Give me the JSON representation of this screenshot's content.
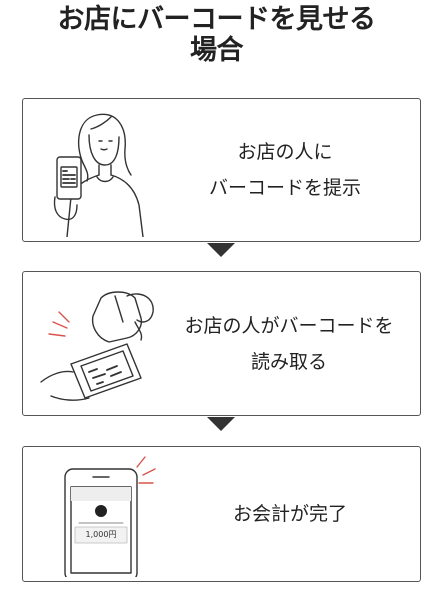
{
  "title": {
    "line1": "お店にバーコードを見せる",
    "line2": "場合"
  },
  "steps": [
    {
      "line1": "お店の人に",
      "line2": "バーコードを提示",
      "illustration_icon": "woman-holding-phone-icon"
    },
    {
      "line1": "お店の人がバーコードを",
      "line2": "読み取る",
      "illustration_icon": "barcode-scanner-reading-phone-icon"
    },
    {
      "line1": "お会計が完了",
      "illustration_icon": "phone-payment-complete-icon"
    }
  ],
  "phone_screen": {
    "amount": "1,000",
    "unit": "円"
  },
  "colors": {
    "border": "#555555",
    "arrow": "#333333",
    "text": "#222222"
  }
}
